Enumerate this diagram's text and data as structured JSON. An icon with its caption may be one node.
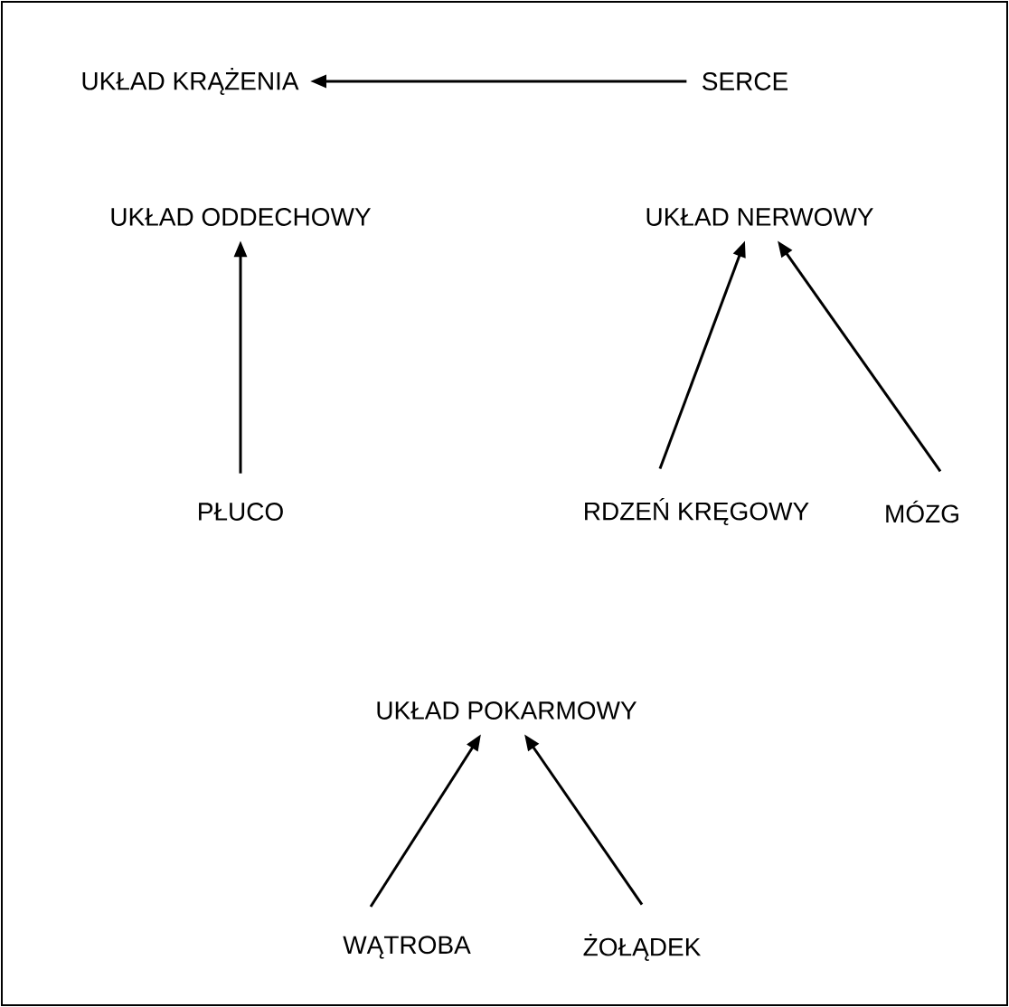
{
  "diagram": {
    "nodes": [
      {
        "text": [
          "UKŁAD KRĄŻENIA"
        ]
      },
      {
        "text": [
          "SERCE"
        ]
      },
      {
        "text": [
          "UKŁAD ODDECHOWY"
        ]
      },
      {
        "text": [
          "UKŁAD NERWOWY"
        ]
      },
      {
        "text": [
          "PŁUCO"
        ]
      },
      {
        "text": [
          "RDZEŃ KRĘGOWY"
        ]
      },
      {
        "text": [
          "MÓZG"
        ]
      },
      {
        "text": [
          "UKŁAD POKARMOWY"
        ]
      },
      {
        "text": [
          "WĄTROBA"
        ]
      },
      {
        "text": [
          "ŻOŁĄDEK"
        ]
      }
    ],
    "edges": [
      {
        "from": 1,
        "to": 0,
        "arrow": "to"
      },
      {
        "from": 4,
        "to": 2,
        "arrow": "to"
      },
      {
        "from": 5,
        "to": 3,
        "arrow": "to"
      },
      {
        "from": 6,
        "to": 3,
        "arrow": "to"
      },
      {
        "from": 8,
        "to": 7,
        "arrow": "to"
      },
      {
        "from": 9,
        "to": 7,
        "arrow": "to"
      }
    ]
  }
}
